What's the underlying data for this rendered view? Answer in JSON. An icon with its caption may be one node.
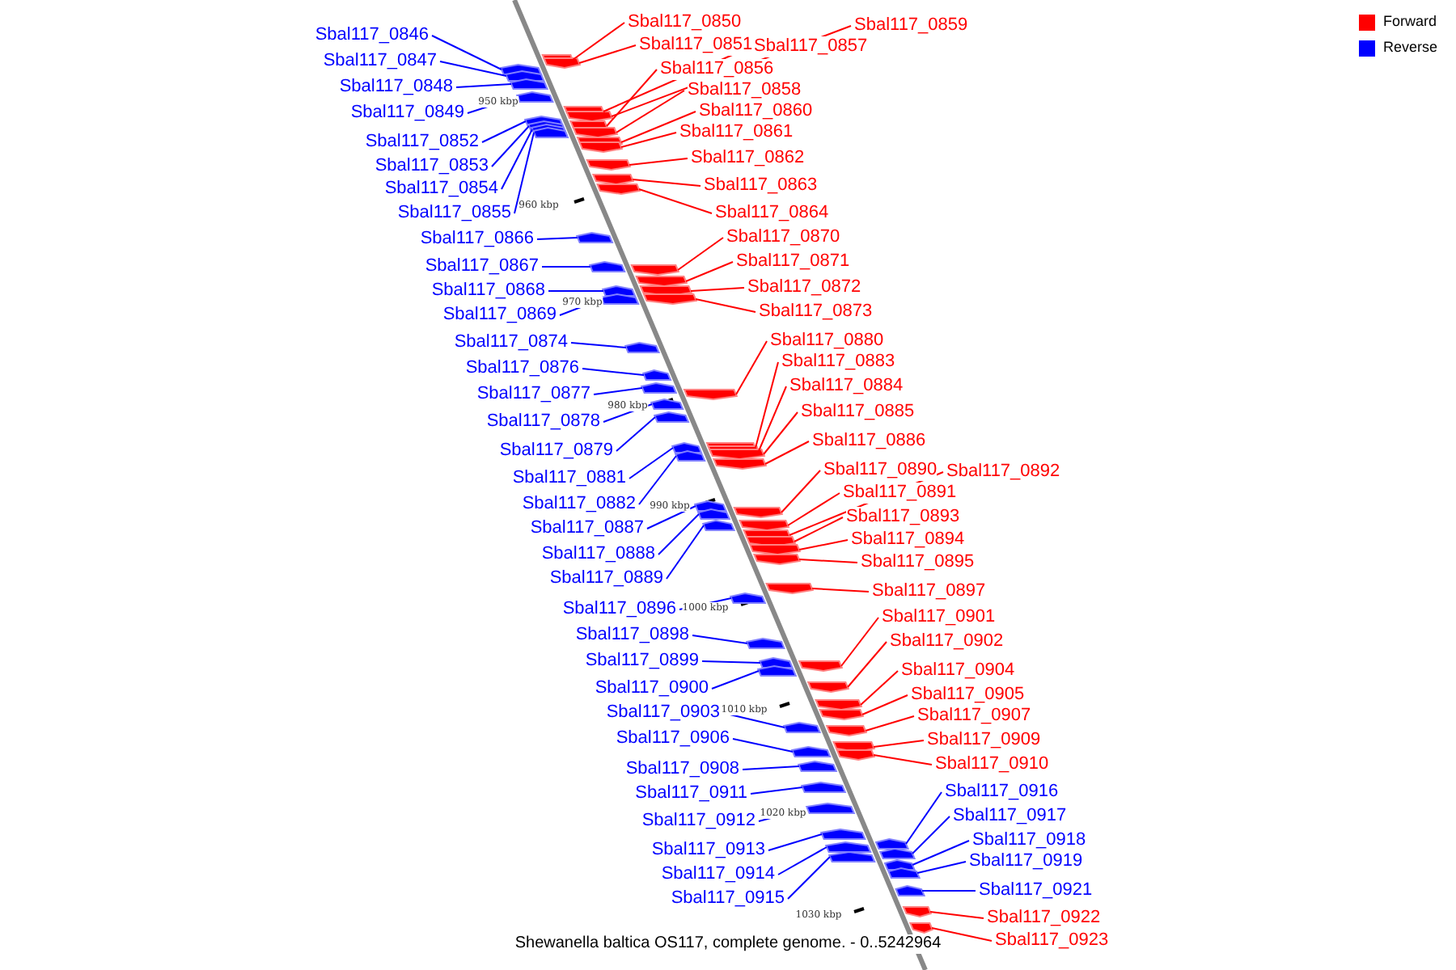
{
  "diagram": {
    "caption": "Shewanella baltica OS117, complete genome. - 0..5242964",
    "nodes": [
      {
        "text": [
          "Sbal117_0846"
        ]
      },
      {
        "text": [
          "Sbal117_0847"
        ]
      },
      {
        "text": [
          "Sbal117_0848"
        ]
      },
      {
        "text": [
          "Sbal117_0849"
        ]
      },
      {
        "text": [
          "Sbal117_0852"
        ]
      },
      {
        "text": [
          "Sbal117_0853"
        ]
      },
      {
        "text": [
          "Sbal117_0854"
        ]
      },
      {
        "text": [
          "Sbal117_0855"
        ]
      },
      {
        "text": [
          "Sbal117_0866"
        ]
      },
      {
        "text": [
          "Sbal117_0867"
        ]
      },
      {
        "text": [
          "Sbal117_0868"
        ]
      },
      {
        "text": [
          "Sbal117_0869"
        ]
      },
      {
        "text": [
          "Sbal117_0874"
        ]
      },
      {
        "text": [
          "Sbal117_0876"
        ]
      },
      {
        "text": [
          "Sbal117_0877"
        ]
      },
      {
        "text": [
          "Sbal117_0878"
        ]
      },
      {
        "text": [
          "Sbal117_0879"
        ]
      },
      {
        "text": [
          "Sbal117_0881"
        ]
      },
      {
        "text": [
          "Sbal117_0882"
        ]
      },
      {
        "text": [
          "Sbal117_0887"
        ]
      },
      {
        "text": [
          "Sbal117_0888"
        ]
      },
      {
        "text": [
          "Sbal117_0889"
        ]
      },
      {
        "text": [
          "Sbal117_0896"
        ]
      },
      {
        "text": [
          "Sbal117_0898"
        ]
      },
      {
        "text": [
          "Sbal117_0899"
        ]
      },
      {
        "text": [
          "Sbal117_0900"
        ]
      },
      {
        "text": [
          "Sbal117_0903"
        ]
      },
      {
        "text": [
          "Sbal117_0906"
        ]
      },
      {
        "text": [
          "Sbal117_0908"
        ]
      },
      {
        "text": [
          "Sbal117_0911"
        ]
      },
      {
        "text": [
          "Sbal117_0912"
        ]
      },
      {
        "text": [
          "Sbal117_0913"
        ]
      },
      {
        "text": [
          "Sbal117_0914"
        ]
      },
      {
        "text": [
          "Sbal117_0915"
        ]
      },
      {
        "text": [
          "Sbal117_0850"
        ]
      },
      {
        "text": [
          "Sbal117_0851"
        ]
      },
      {
        "text": [
          "Sbal117_0857"
        ]
      },
      {
        "text": [
          "Sbal117_0859"
        ]
      },
      {
        "text": [
          "Sbal117_0856"
        ]
      },
      {
        "text": [
          "Sbal117_0858"
        ]
      },
      {
        "text": [
          "Sbal117_0860"
        ]
      },
      {
        "text": [
          "Sbal117_0861"
        ]
      },
      {
        "text": [
          "Sbal117_0862"
        ]
      },
      {
        "text": [
          "Sbal117_0863"
        ]
      },
      {
        "text": [
          "Sbal117_0864"
        ]
      },
      {
        "text": [
          "Sbal117_0870"
        ]
      },
      {
        "text": [
          "Sbal117_0871"
        ]
      },
      {
        "text": [
          "Sbal117_0872"
        ]
      },
      {
        "text": [
          "Sbal117_0873"
        ]
      },
      {
        "text": [
          "Sbal117_0880"
        ]
      },
      {
        "text": [
          "Sbal117_0883"
        ]
      },
      {
        "text": [
          "Sbal117_0884"
        ]
      },
      {
        "text": [
          "Sbal117_0885"
        ]
      },
      {
        "text": [
          "Sbal117_0886"
        ]
      },
      {
        "text": [
          "Sbal117_0890"
        ]
      },
      {
        "text": [
          "Sbal117_0891"
        ]
      },
      {
        "text": [
          "Sbal117_0892"
        ]
      },
      {
        "text": [
          "Sbal117_0893"
        ]
      },
      {
        "text": [
          "Sbal117_0894"
        ]
      },
      {
        "text": [
          "Sbal117_0895"
        ]
      },
      {
        "text": [
          "Sbal117_0897"
        ]
      },
      {
        "text": [
          "Sbal117_0901"
        ]
      },
      {
        "text": [
          "Sbal117_0902"
        ]
      },
      {
        "text": [
          "Sbal117_0904"
        ]
      },
      {
        "text": [
          "Sbal117_0905"
        ]
      },
      {
        "text": [
          "Sbal117_0907"
        ]
      },
      {
        "text": [
          "Sbal117_0909"
        ]
      },
      {
        "text": [
          "Sbal117_0910"
        ]
      },
      {
        "text": [
          "Sbal117_0916"
        ]
      },
      {
        "text": [
          "Sbal117_0917"
        ]
      },
      {
        "text": [
          "Sbal117_0918"
        ]
      },
      {
        "text": [
          "Sbal117_0919"
        ]
      },
      {
        "text": [
          "Sbal117_0921"
        ]
      },
      {
        "text": [
          "Sbal117_0922"
        ]
      },
      {
        "text": [
          "Sbal117_0923"
        ]
      },
      {
        "text": [],
        "shape": "arrow"
      },
      {
        "text": [],
        "shape": "arrow"
      },
      {
        "text": [],
        "shape": "arrow"
      },
      {
        "text": [],
        "shape": "arrow"
      },
      {
        "text": [],
        "shape": "arrow"
      },
      {
        "text": [],
        "shape": "arrow"
      },
      {
        "text": [],
        "shape": "arrow"
      },
      {
        "text": [],
        "shape": "arrow"
      },
      {
        "text": [],
        "shape": "arrow"
      },
      {
        "text": [],
        "shape": "arrow"
      },
      {
        "text": [],
        "shape": "arrow"
      },
      {
        "text": [],
        "shape": "arrow"
      },
      {
        "text": [],
        "shape": "arrow"
      },
      {
        "text": [],
        "shape": "arrow"
      },
      {
        "text": [],
        "shape": "arrow"
      },
      {
        "text": [],
        "shape": "arrow"
      },
      {
        "text": [],
        "shape": "arrow"
      },
      {
        "text": [],
        "shape": "arrow"
      },
      {
        "text": [],
        "shape": "arrow"
      },
      {
        "text": [],
        "shape": "arrow"
      },
      {
        "text": [],
        "shape": "arrow"
      },
      {
        "text": [],
        "shape": "arrow"
      },
      {
        "text": [],
        "shape": "arrow"
      },
      {
        "text": [],
        "shape": "arrow"
      },
      {
        "text": [],
        "shape": "arrow"
      },
      {
        "text": [],
        "shape": "arrow"
      },
      {
        "text": [],
        "shape": "arrow"
      },
      {
        "text": [],
        "shape": "arrow"
      },
      {
        "text": [],
        "shape": "arrow"
      },
      {
        "text": [],
        "shape": "arrow"
      },
      {
        "text": [],
        "shape": "arrow"
      },
      {
        "text": [],
        "shape": "arrow"
      },
      {
        "text": [],
        "shape": "arrow"
      },
      {
        "text": [],
        "shape": "arrow"
      },
      {
        "text": [],
        "shape": "arrow"
      },
      {
        "text": [],
        "shape": "arrow"
      },
      {
        "text": [],
        "shape": "arrow"
      },
      {
        "text": [],
        "shape": "arrow"
      },
      {
        "text": [],
        "shape": "arrow"
      },
      {
        "text": [],
        "shape": "arrow"
      },
      {
        "text": [],
        "shape": "arrow"
      },
      {
        "text": [],
        "shape": "arrow"
      },
      {
        "text": [],
        "shape": "arrow"
      },
      {
        "text": [],
        "shape": "arrow"
      },
      {
        "text": [],
        "shape": "arrow"
      },
      {
        "text": [],
        "shape": "arrow"
      },
      {
        "text": [],
        "shape": "arrow"
      },
      {
        "text": [],
        "shape": "arrow"
      },
      {
        "text": [],
        "shape": "arrow"
      },
      {
        "text": [],
        "shape": "arrow"
      },
      {
        "text": [],
        "shape": "arrow"
      },
      {
        "text": [],
        "shape": "arrow"
      },
      {
        "text": [],
        "shape": "arrow"
      },
      {
        "text": [],
        "shape": "arrow"
      },
      {
        "text": [],
        "shape": "arrow"
      },
      {
        "text": [],
        "shape": "arrow"
      },
      {
        "text": [],
        "shape": "arrow"
      },
      {
        "text": [],
        "shape": "arrow"
      },
      {
        "text": [],
        "shape": "arrow"
      },
      {
        "text": [],
        "shape": "arrow"
      },
      {
        "text": [],
        "shape": "arrow"
      },
      {
        "text": [],
        "shape": "arrow"
      },
      {
        "text": [],
        "shape": "arrow"
      },
      {
        "text": [],
        "shape": "arrow"
      },
      {
        "text": [],
        "shape": "arrow"
      },
      {
        "text": [],
        "shape": "arrow"
      },
      {
        "text": [],
        "shape": "arrow"
      },
      {
        "text": [],
        "shape": "arrow"
      },
      {
        "text": [],
        "shape": "arrow"
      },
      {
        "text": [],
        "shape": "arrow"
      },
      {
        "text": [],
        "shape": "arrow"
      },
      {
        "text": [],
        "shape": "arrow"
      },
      {
        "text": [],
        "shape": "arrow"
      },
      {
        "text": [],
        "shape": "arrow"
      },
      {
        "text": [],
        "shape": "arrow"
      }
    ],
    "edges": [
      {
        "from": 0,
        "to": 75,
        "arrow": "none"
      },
      {
        "from": 1,
        "to": 76,
        "arrow": "none"
      },
      {
        "from": 2,
        "to": 77,
        "arrow": "none"
      },
      {
        "from": 3,
        "to": 78,
        "arrow": "none"
      },
      {
        "from": 4,
        "to": 79,
        "arrow": "none"
      },
      {
        "from": 5,
        "to": 80,
        "arrow": "none"
      },
      {
        "from": 6,
        "to": 81,
        "arrow": "none"
      },
      {
        "from": 7,
        "to": 82,
        "arrow": "none"
      },
      {
        "from": 8,
        "to": 83,
        "arrow": "none"
      },
      {
        "from": 9,
        "to": 84,
        "arrow": "none"
      },
      {
        "from": 10,
        "to": 85,
        "arrow": "none"
      },
      {
        "from": 11,
        "to": 86,
        "arrow": "none"
      },
      {
        "from": 12,
        "to": 87,
        "arrow": "none"
      },
      {
        "from": 13,
        "to": 88,
        "arrow": "none"
      },
      {
        "from": 14,
        "to": 89,
        "arrow": "none"
      },
      {
        "from": 15,
        "to": 90,
        "arrow": "none"
      },
      {
        "from": 16,
        "to": 91,
        "arrow": "none"
      },
      {
        "from": 17,
        "to": 92,
        "arrow": "none"
      },
      {
        "from": 18,
        "to": 93,
        "arrow": "none"
      },
      {
        "from": 19,
        "to": 94,
        "arrow": "none"
      },
      {
        "from": 20,
        "to": 95,
        "arrow": "none"
      },
      {
        "from": 21,
        "to": 96,
        "arrow": "none"
      },
      {
        "from": 22,
        "to": 97,
        "arrow": "none"
      },
      {
        "from": 23,
        "to": 98,
        "arrow": "none"
      },
      {
        "from": 24,
        "to": 99,
        "arrow": "none"
      },
      {
        "from": 25,
        "to": 100,
        "arrow": "none"
      },
      {
        "from": 26,
        "to": 101,
        "arrow": "none"
      },
      {
        "from": 27,
        "to": 102,
        "arrow": "none"
      },
      {
        "from": 28,
        "to": 103,
        "arrow": "none"
      },
      {
        "from": 29,
        "to": 104,
        "arrow": "none"
      },
      {
        "from": 30,
        "to": 105,
        "arrow": "none"
      },
      {
        "from": 31,
        "to": 106,
        "arrow": "none"
      },
      {
        "from": 32,
        "to": 107,
        "arrow": "none"
      },
      {
        "from": 33,
        "to": 108,
        "arrow": "none"
      },
      {
        "from": 34,
        "to": 109,
        "arrow": "none",
        "color": "#ff0000"
      },
      {
        "from": 35,
        "to": 110,
        "arrow": "none",
        "color": "#ff0000"
      },
      {
        "from": 36,
        "to": 111,
        "arrow": "none",
        "color": "#ff0000"
      },
      {
        "from": 37,
        "to": 112,
        "arrow": "none",
        "color": "#ff0000"
      },
      {
        "from": 38,
        "to": 113,
        "arrow": "none",
        "color": "#ff0000"
      },
      {
        "from": 39,
        "to": 114,
        "arrow": "none",
        "color": "#ff0000"
      },
      {
        "from": 40,
        "to": 115,
        "arrow": "none",
        "color": "#ff0000"
      },
      {
        "from": 41,
        "to": 116,
        "arrow": "none",
        "color": "#ff0000"
      },
      {
        "from": 42,
        "to": 117,
        "arrow": "none",
        "color": "#ff0000"
      },
      {
        "from": 43,
        "to": 118,
        "arrow": "none",
        "color": "#ff0000"
      },
      {
        "from": 44,
        "to": 119,
        "arrow": "none",
        "color": "#ff0000"
      },
      {
        "from": 45,
        "to": 120,
        "arrow": "none",
        "color": "#ff0000"
      },
      {
        "from": 46,
        "to": 121,
        "arrow": "none",
        "color": "#ff0000"
      },
      {
        "from": 47,
        "to": 122,
        "arrow": "none",
        "color": "#ff0000"
      },
      {
        "from": 48,
        "to": 123,
        "arrow": "none",
        "color": "#ff0000"
      },
      {
        "from": 49,
        "to": 124,
        "arrow": "none",
        "color": "#ff0000"
      },
      {
        "from": 50,
        "to": 125,
        "arrow": "none",
        "color": "#ff0000"
      },
      {
        "from": 51,
        "to": 126,
        "arrow": "none",
        "color": "#ff0000"
      },
      {
        "from": 52,
        "to": 127,
        "arrow": "none",
        "color": "#ff0000"
      },
      {
        "from": 53,
        "to": 128,
        "arrow": "none",
        "color": "#ff0000"
      },
      {
        "from": 54,
        "to": 129,
        "arrow": "none",
        "color": "#ff0000"
      },
      {
        "from": 55,
        "to": 130,
        "arrow": "none",
        "color": "#ff0000"
      },
      {
        "from": 56,
        "to": 131,
        "arrow": "none",
        "color": "#ff0000"
      },
      {
        "from": 57,
        "to": 132,
        "arrow": "none",
        "color": "#ff0000"
      },
      {
        "from": 58,
        "to": 133,
        "arrow": "none",
        "color": "#ff0000"
      },
      {
        "from": 59,
        "to": 134,
        "arrow": "none",
        "color": "#ff0000"
      },
      {
        "from": 60,
        "to": 135,
        "arrow": "none",
        "color": "#ff0000"
      },
      {
        "from": 61,
        "to": 136,
        "arrow": "none",
        "color": "#ff0000"
      },
      {
        "from": 62,
        "to": 137,
        "arrow": "none",
        "color": "#ff0000"
      },
      {
        "from": 63,
        "to": 138,
        "arrow": "none",
        "color": "#ff0000"
      },
      {
        "from": 64,
        "to": 139,
        "arrow": "none",
        "color": "#ff0000"
      },
      {
        "from": 65,
        "to": 140,
        "arrow": "none",
        "color": "#ff0000"
      },
      {
        "from": 66,
        "to": 141,
        "arrow": "none",
        "color": "#ff0000"
      },
      {
        "from": 67,
        "to": 142,
        "arrow": "none",
        "color": "#ff0000"
      },
      {
        "from": 68,
        "to": 143,
        "arrow": "none"
      },
      {
        "from": 69,
        "to": 144,
        "arrow": "none"
      },
      {
        "from": 70,
        "to": 145,
        "arrow": "none"
      },
      {
        "from": 71,
        "to": 146,
        "arrow": "none"
      },
      {
        "from": 72,
        "to": 147,
        "arrow": "none"
      },
      {
        "from": 73,
        "to": 148,
        "arrow": "none",
        "color": "#ff0000"
      },
      {
        "from": 74,
        "to": 149,
        "arrow": "none",
        "color": "#ff0000"
      }
    ],
    "labels": [
      "950 kbp",
      "960 kbp",
      "970 kbp",
      "980 kbp",
      "990 kbp",
      "1000 kbp",
      "1010 kbp",
      "1020 kbp",
      "1030 kbp"
    ],
    "legend": [
      {
        "text": "Forward",
        "color": "#ff0000"
      },
      {
        "text": "Reverse",
        "color": "#0000ff"
      }
    ]
  }
}
